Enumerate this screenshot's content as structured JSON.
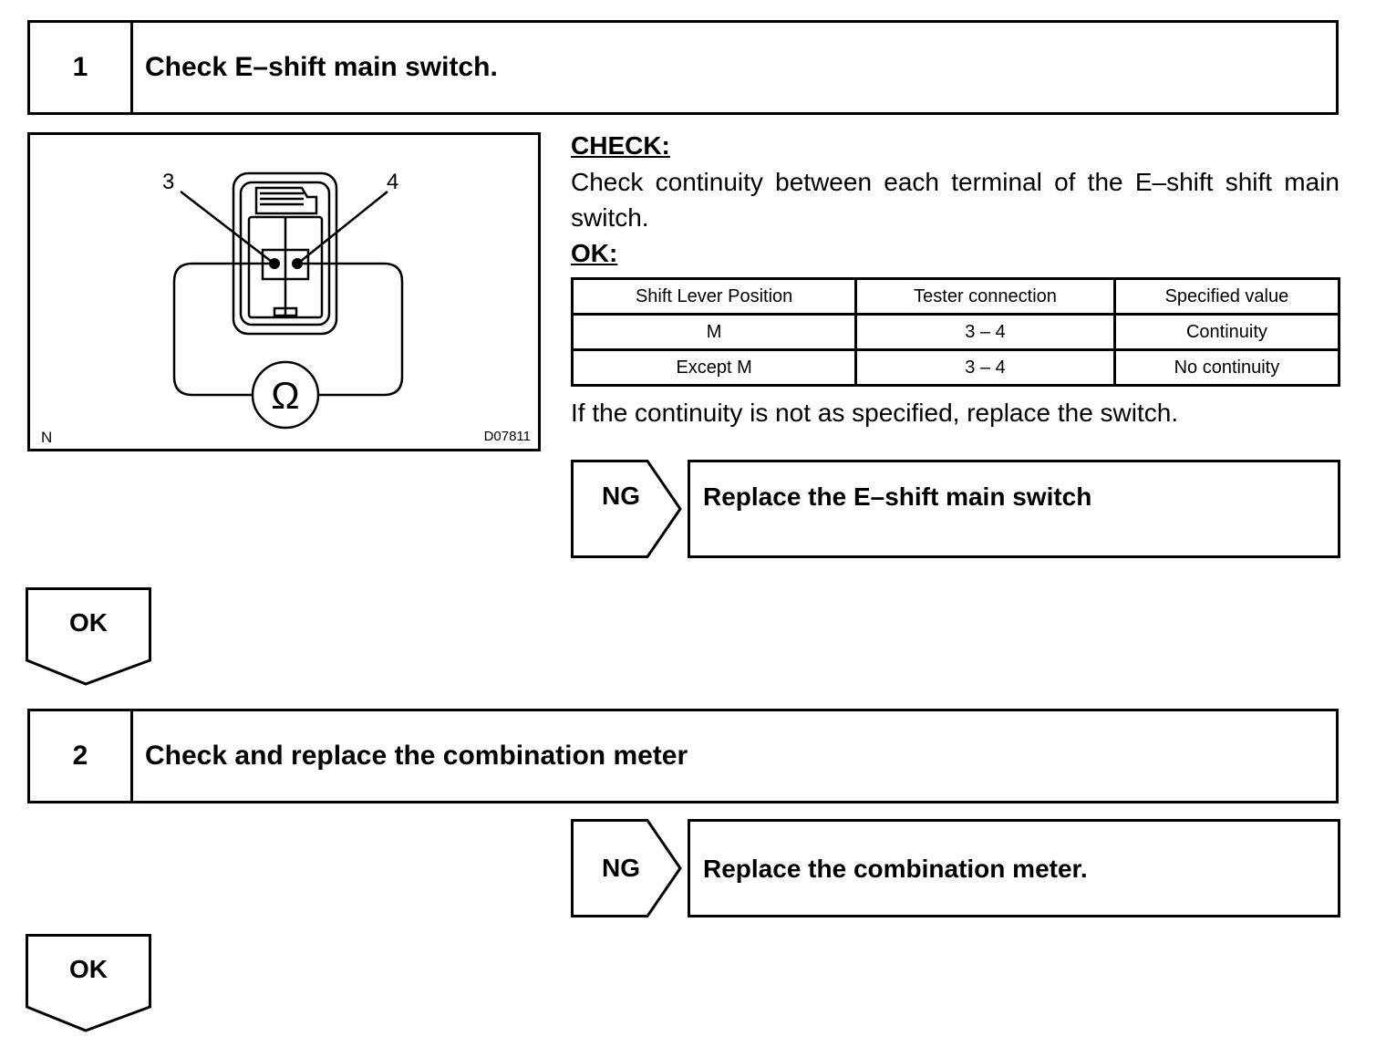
{
  "step1": {
    "number": "1",
    "title": "Check E–shift main switch."
  },
  "figure": {
    "terminal_left": "3",
    "terminal_right": "4",
    "symbol": "Ω",
    "corner_left": "N",
    "corner_right": "D07811"
  },
  "check": {
    "heading": "CHECK:",
    "text": "Check continuity between each terminal of the E–shift shift main switch."
  },
  "ok": {
    "heading": "OK:"
  },
  "table": {
    "headers": [
      "Shift Lever Position",
      "Tester connection",
      "Specified value"
    ],
    "rows": [
      [
        "M",
        "3 – 4",
        "Continuity"
      ],
      [
        "Except M",
        "3 – 4",
        "No continuity"
      ]
    ]
  },
  "note": "If the continuity is not as specified, replace the switch.",
  "ng1": {
    "tag": "NG",
    "action": "Replace the E–shift main switch"
  },
  "ok1": {
    "tag": "OK"
  },
  "step2": {
    "number": "2",
    "title": "Check and replace the combination meter"
  },
  "ng2": {
    "tag": "NG",
    "action": "Replace the combination meter."
  },
  "ok2": {
    "tag": "OK"
  }
}
